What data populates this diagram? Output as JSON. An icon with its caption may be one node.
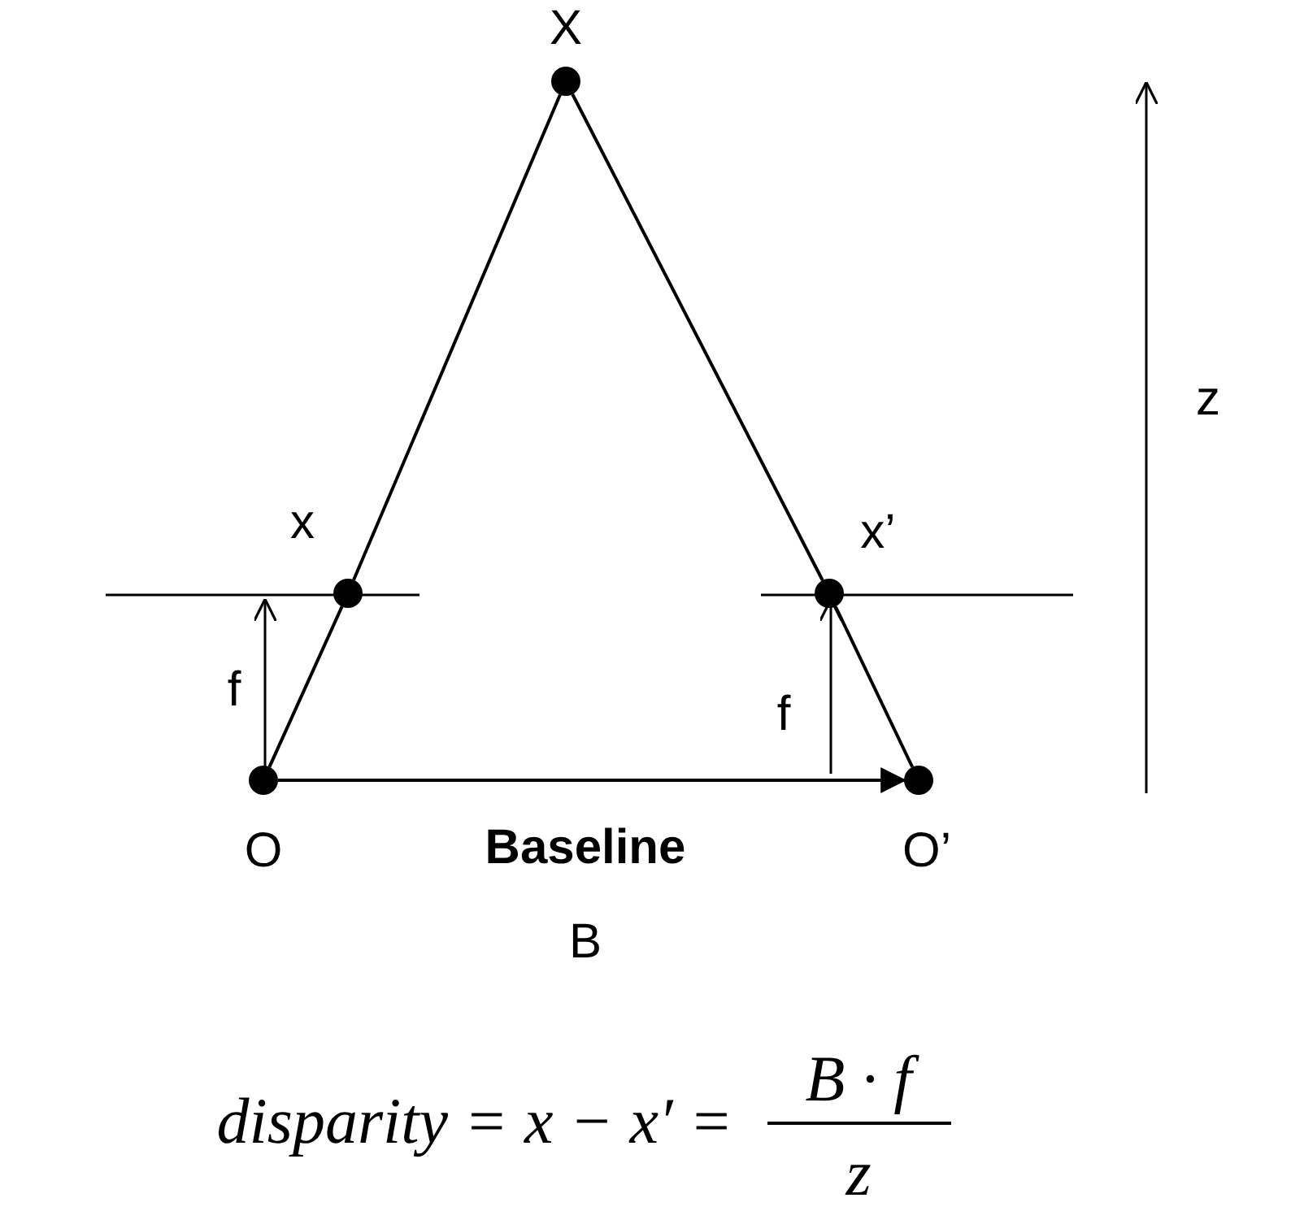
{
  "diagram": {
    "nodes": [
      {
        "text": [],
        "shape": "circle",
        "beside": [
          "X"
        ]
      },
      {
        "text": [],
        "shape": "circle",
        "beside": [
          "x"
        ]
      },
      {
        "text": [],
        "shape": "circle",
        "beside": [
          "x’"
        ]
      },
      {
        "text": [],
        "shape": "circle",
        "beside": [
          "O"
        ]
      },
      {
        "text": [],
        "shape": "circle",
        "beside": [
          "O’"
        ]
      }
    ],
    "edges": [
      {
        "from": 0,
        "to": 1,
        "arrow": "none"
      },
      {
        "from": 1,
        "to": 3,
        "arrow": "none"
      },
      {
        "from": 0,
        "to": 2,
        "arrow": "none"
      },
      {
        "from": 2,
        "to": 4,
        "arrow": "none"
      },
      {
        "from": 3,
        "to": 4,
        "arrow": "to"
      }
    ],
    "labels": [
      "z",
      "f",
      "f",
      "Baseline",
      "B",
      "disparity = x − x′ =",
      "B · f",
      "z"
    ]
  }
}
